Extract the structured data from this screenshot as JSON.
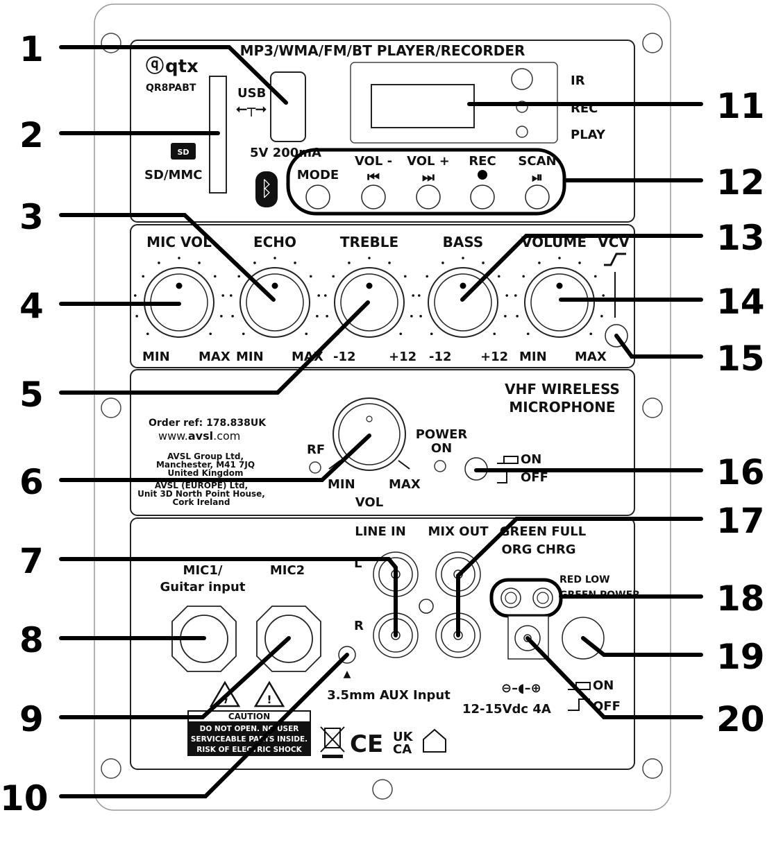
{
  "panel": {
    "header": "MP3/WMA/FM/BT PLAYER/RECORDER",
    "brand": "qtx",
    "model": "QR8PABT",
    "usb": "USB",
    "usb_rating": "5V 200mA",
    "sd": "SD",
    "sd_mmc": "SD/MMC",
    "ir": "IR",
    "rec_led": "REC",
    "play_led": "PLAY",
    "buttons": [
      "MODE",
      "VOL -",
      "VOL +",
      "REC",
      "SCAN"
    ],
    "knob_titles": [
      "MIC VOL",
      "ECHO",
      "TREBLE",
      "BASS",
      "VOLUME",
      "VCV"
    ],
    "knob_ranges": [
      "MIN",
      "MAX",
      "MIN",
      "MAX",
      "-12",
      "+12",
      "-12",
      "+12",
      "MIN",
      "MAX"
    ],
    "vhf_title_1": "VHF WIRELESS",
    "vhf_title_2": "MICROPHONE",
    "order_ref": "Order ref: 178.838UK",
    "website_pre": "www.",
    "website_bold": "avsl",
    "website_post": ".com",
    "address_uk_1": "AVSL Group Ltd,",
    "address_uk_2": "Manchester, M41 7JQ",
    "address_uk_3": "United Kingdom",
    "address_eu_1": "AVSL (EUROPE) Ltd,",
    "address_eu_2": "Unit 3D North Point House,",
    "address_eu_3": "Cork Ireland",
    "rf": "RF",
    "power_on_1": "POWER",
    "power_on_2": "ON",
    "vol_min": "MIN",
    "vol_max": "MAX",
    "vol": "VOL",
    "switch_on": "ON",
    "switch_off": "OFF",
    "line_in": "LINE IN",
    "mix_out": "MIX OUT",
    "l": "L",
    "r": "R",
    "green_full": "GREEN FULL",
    "org_chrg": "ORG CHRG",
    "red_low": "RED LOW",
    "green_power": "GREEN POWER",
    "mic1_1": "MIC1/",
    "mic1_2": "Guitar input",
    "mic2": "MIC2",
    "aux": "3.5mm AUX Input",
    "dc_rating": "12-15Vdc 4A",
    "caution": "CAUTION",
    "caution_1": "DO NOT OPEN. NO USER",
    "caution_2": "SERVICEABLE PARTS INSIDE.",
    "caution_3": "RISK OF ELECTRIC SHOCK",
    "ce": "CE",
    "ukca_1": "UK",
    "ukca_2": "CA"
  },
  "callouts": [
    "1",
    "2",
    "3",
    "4",
    "5",
    "6",
    "7",
    "8",
    "9",
    "10",
    "11",
    "12",
    "13",
    "14",
    "15",
    "16",
    "17",
    "18",
    "19",
    "20"
  ]
}
